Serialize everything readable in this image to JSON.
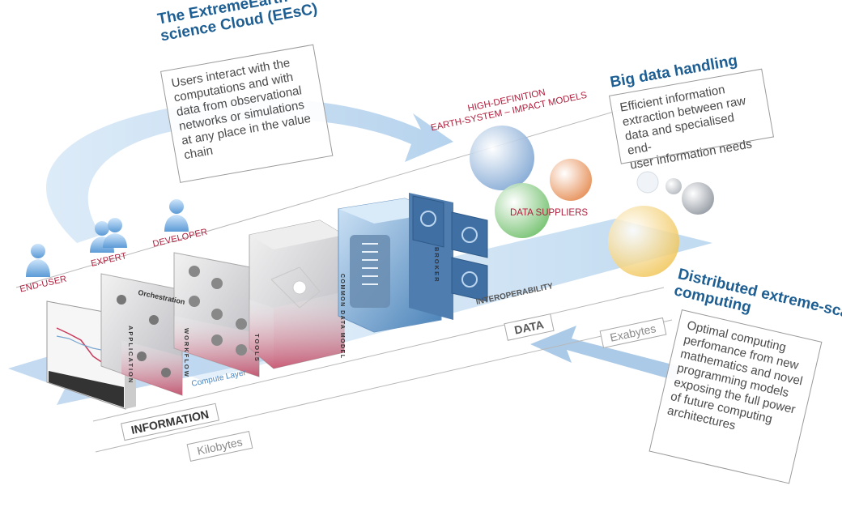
{
  "eesc": {
    "heading_line1": "The ExtremeEarth",
    "heading_line2": "science Cloud (EEsC)",
    "text_lines": [
      "Users interact with the",
      "computations and with",
      "data from observational",
      "networks or simulations",
      "at any place in the value",
      "chain"
    ]
  },
  "big_data": {
    "heading": "Big data handling",
    "text_lines": [
      "Efficient information",
      "extraction between raw",
      "data and specialised end-",
      "user information needs"
    ]
  },
  "distributed": {
    "heading_line1": "Distributed extreme-scale",
    "heading_line2": "computing",
    "text_lines": [
      "Optimal computing",
      "perfomance from new",
      "mathematics and novel",
      "programming models",
      "exposing the full power",
      "of future computing",
      "architectures"
    ]
  },
  "actors": {
    "end_user": "END-USER",
    "expert": "EXPERT",
    "developer": "DEVELOPER"
  },
  "models": {
    "line1": "HIGH-DEFINITION",
    "line2": "EARTH-SYSTEM – IMPACT MODELS",
    "data_suppliers": "DATA SUPPLIERS"
  },
  "layers": {
    "application": "APPLICATION",
    "workflow": "WORKFLOW",
    "orchestration": "Orchestration",
    "tools": "TOOLS",
    "common_data_model": "COMMON DATA MODEL",
    "broker": "BROKER",
    "compute_layer": "Compute Layer",
    "interoperability": "INTEROPERABILITY"
  },
  "flow": {
    "information": "INFORMATION",
    "data": "DATA",
    "kilobytes": "Kilobytes",
    "exabytes": "Exabytes"
  },
  "colors": {
    "heading_blue": "#1d5e93",
    "accent_red": "#b01e3c",
    "arrow_blue": "#bcd8f0",
    "text_grey": "#4a4a4a"
  }
}
